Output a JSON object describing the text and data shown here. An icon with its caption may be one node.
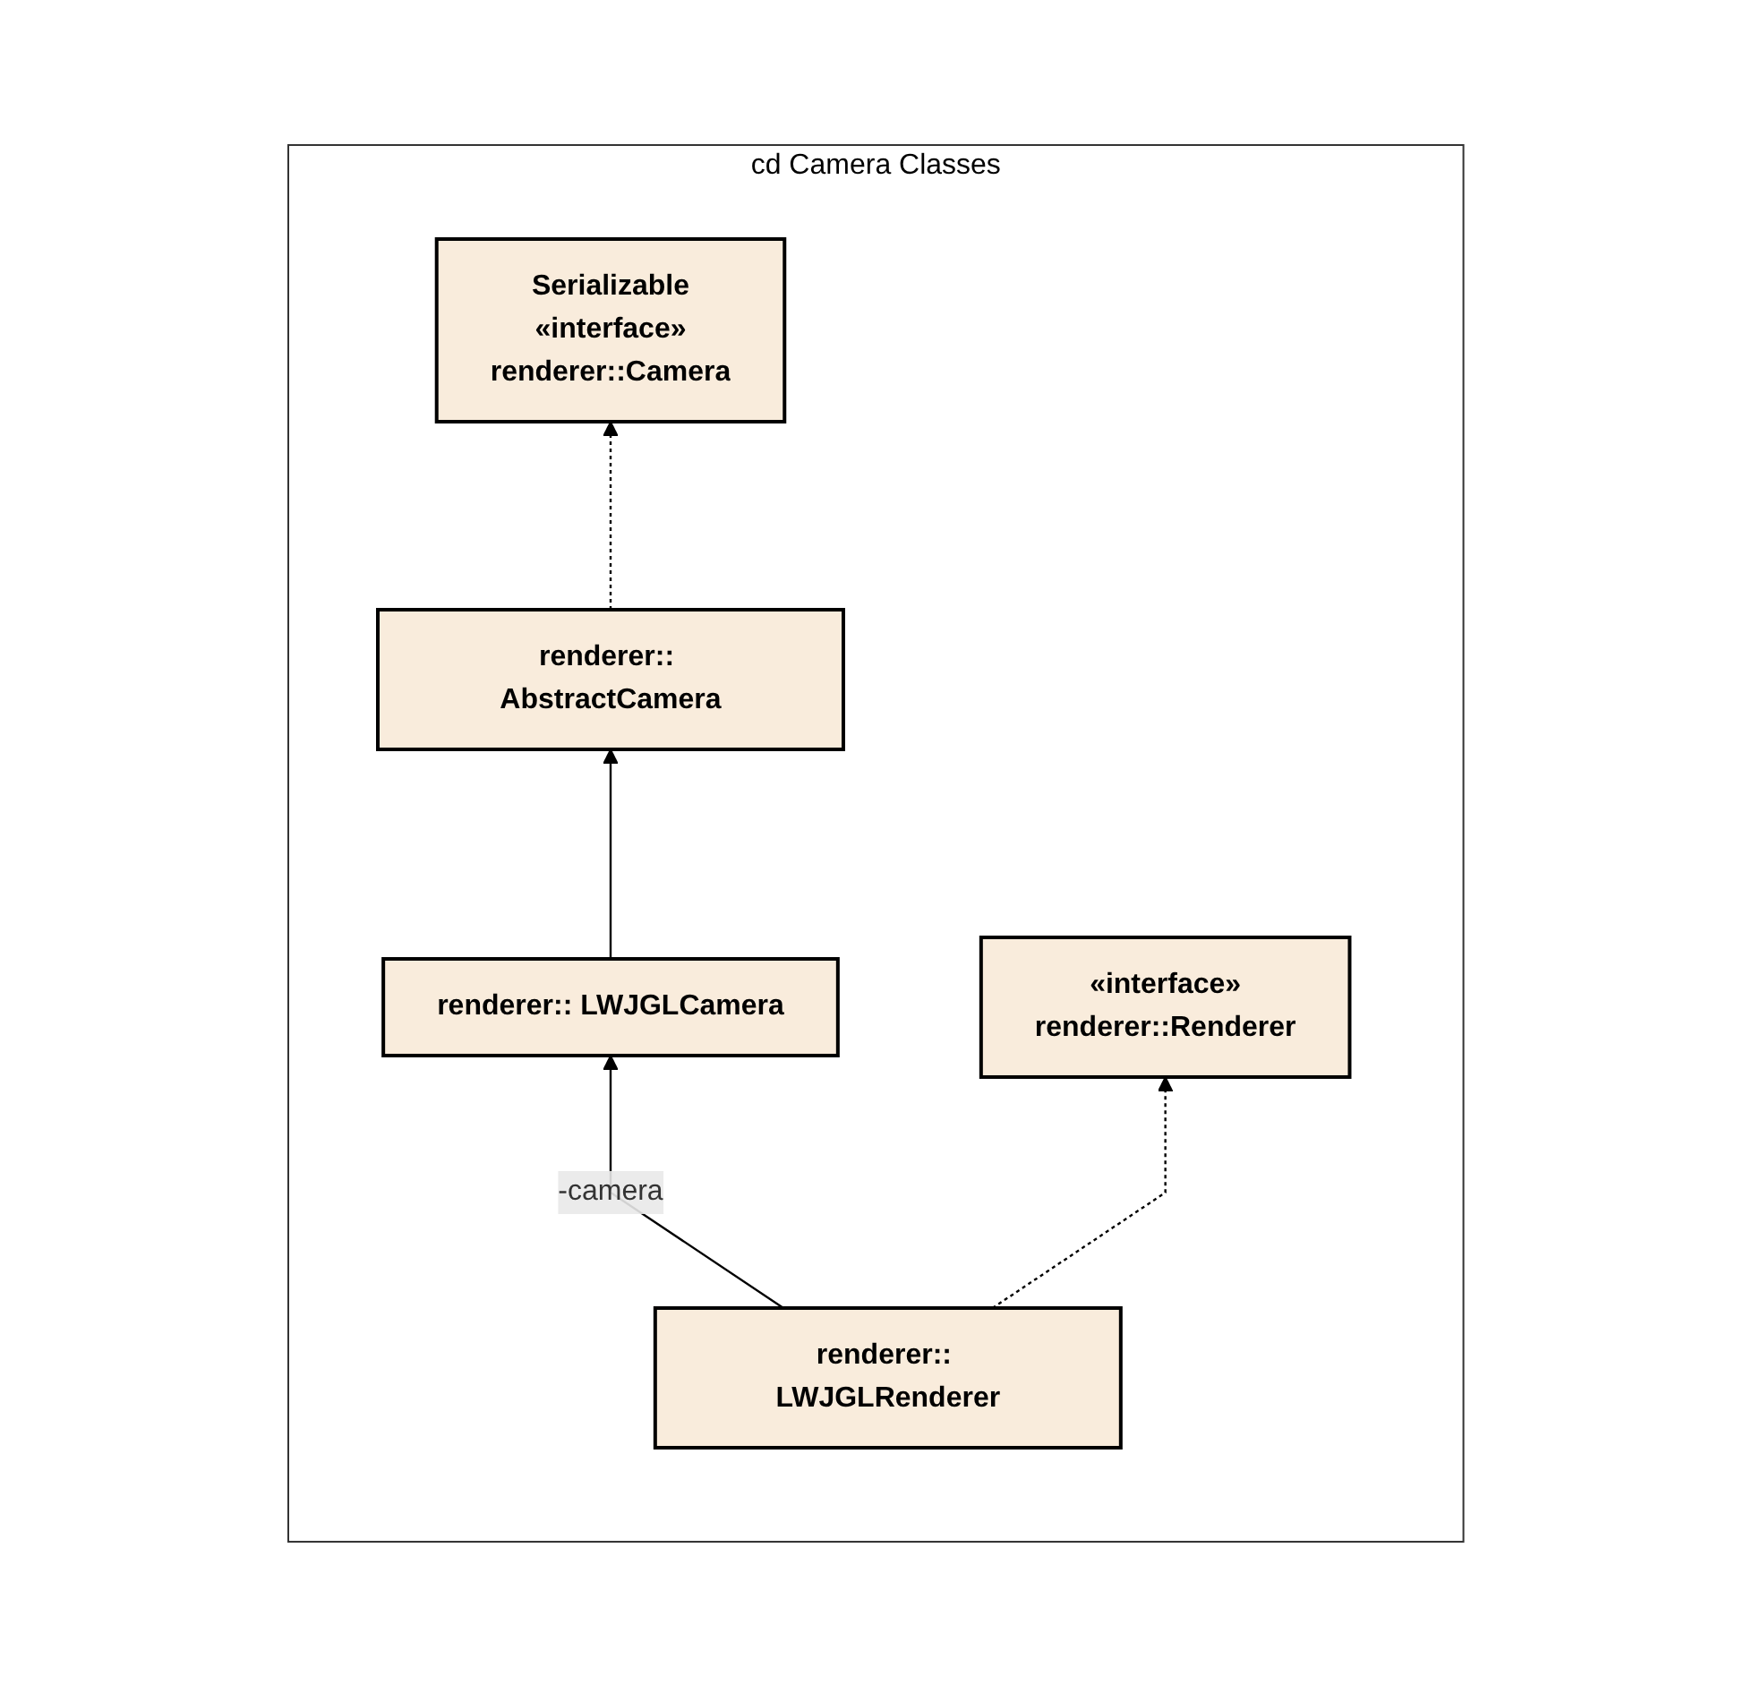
{
  "diagram": {
    "nodes": [
      {
        "text": [
          "cd Camera Classes"
        ]
      },
      {
        "text": [
          "Serializable",
          "«interface»",
          "renderer::Camera"
        ],
        "in": 0
      },
      {
        "text": [
          "renderer:: AbstractCamera"
        ],
        "in": 0
      },
      {
        "text": [
          "«interface»",
          "renderer::Renderer"
        ],
        "in": 0
      },
      {
        "text": [
          "renderer:: LWJGLCamera"
        ],
        "in": 0
      },
      {
        "text": [
          "renderer:: LWJGLRenderer"
        ],
        "in": 0
      }
    ],
    "edges": [
      {
        "from": 2,
        "to": 1,
        "arrow": "to",
        "style": "dashed"
      },
      {
        "from": 4,
        "to": 2,
        "arrow": "to"
      },
      {
        "from": 5,
        "to": 3,
        "arrow": "to",
        "style": "dashed"
      },
      {
        "from": 5,
        "to": 4,
        "arrow": "to",
        "label": "-camera"
      }
    ]
  }
}
